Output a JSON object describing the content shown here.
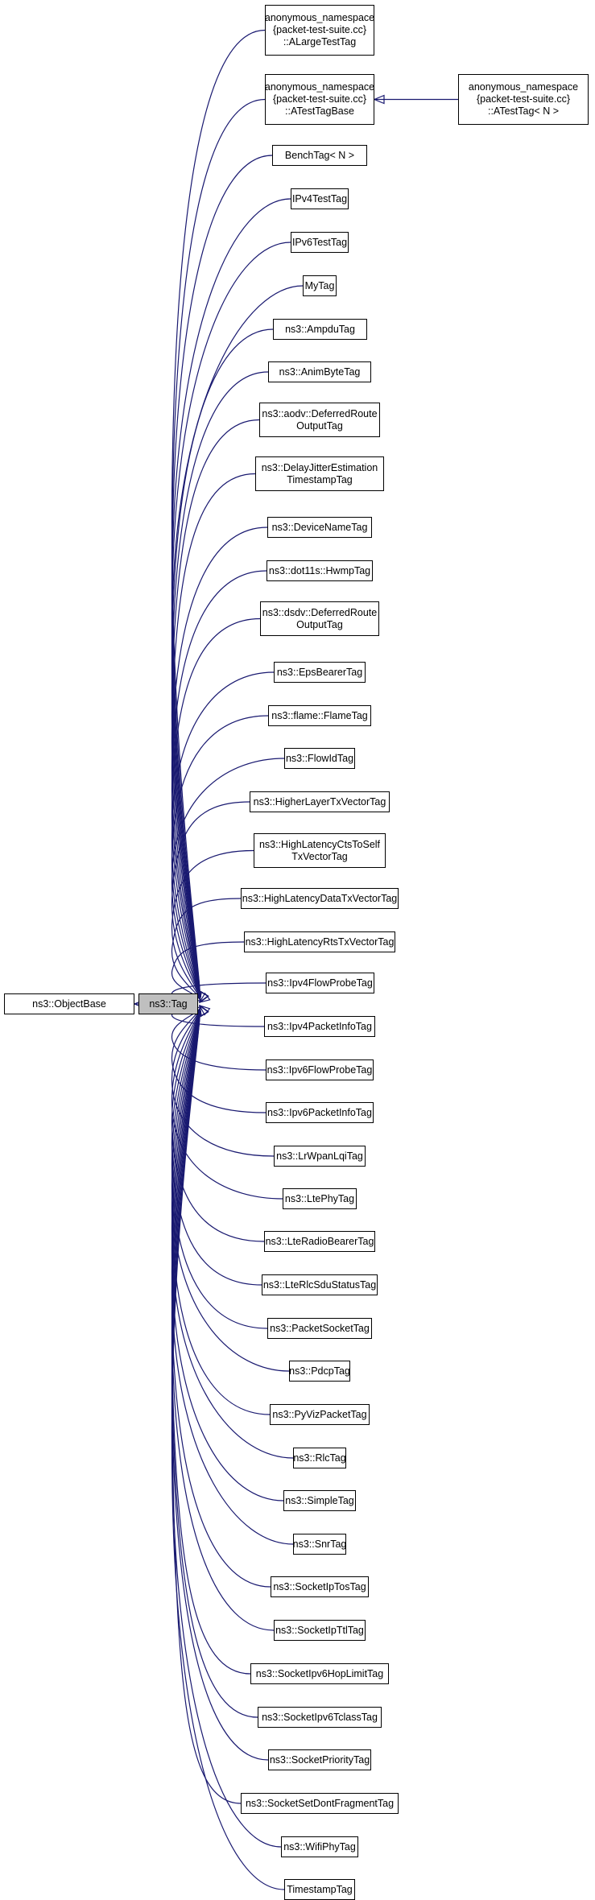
{
  "colors": {
    "edge": "#191970",
    "current_fill": "#bfbfbf",
    "node_fill": "#ffffff",
    "node_border": "#000000"
  },
  "base": {
    "label": "ns3::ObjectBase"
  },
  "current": {
    "label": "ns3::Tag"
  },
  "derived": [
    {
      "lines": [
        "anonymous_namespace",
        "{packet-test-suite.cc}",
        "::ALargeTestTag"
      ]
    },
    {
      "lines": [
        "anonymous_namespace",
        "{packet-test-suite.cc}",
        "::ATestTagBase"
      ]
    },
    {
      "lines": [
        "BenchTag< N >"
      ]
    },
    {
      "lines": [
        "IPv4TestTag"
      ]
    },
    {
      "lines": [
        "IPv6TestTag"
      ]
    },
    {
      "lines": [
        "MyTag"
      ]
    },
    {
      "lines": [
        "ns3::AmpduTag"
      ]
    },
    {
      "lines": [
        "ns3::AnimByteTag"
      ]
    },
    {
      "lines": [
        "ns3::aodv::DeferredRoute",
        "OutputTag"
      ]
    },
    {
      "lines": [
        "ns3::DelayJitterEstimation",
        "TimestampTag"
      ]
    },
    {
      "lines": [
        "ns3::DeviceNameTag"
      ]
    },
    {
      "lines": [
        "ns3::dot11s::HwmpTag"
      ]
    },
    {
      "lines": [
        "ns3::dsdv::DeferredRoute",
        "OutputTag"
      ]
    },
    {
      "lines": [
        "ns3::EpsBearerTag"
      ]
    },
    {
      "lines": [
        "ns3::flame::FlameTag"
      ]
    },
    {
      "lines": [
        "ns3::FlowIdTag"
      ]
    },
    {
      "lines": [
        "ns3::HigherLayerTxVectorTag"
      ]
    },
    {
      "lines": [
        "ns3::HighLatencyCtsToSelf",
        "TxVectorTag"
      ]
    },
    {
      "lines": [
        "ns3::HighLatencyDataTxVectorTag"
      ]
    },
    {
      "lines": [
        "ns3::HighLatencyRtsTxVectorTag"
      ]
    },
    {
      "lines": [
        "ns3::Ipv4FlowProbeTag"
      ]
    },
    {
      "lines": [
        "ns3::Ipv4PacketInfoTag"
      ]
    },
    {
      "lines": [
        "ns3::Ipv6FlowProbeTag"
      ]
    },
    {
      "lines": [
        "ns3::Ipv6PacketInfoTag"
      ]
    },
    {
      "lines": [
        "ns3::LrWpanLqiTag"
      ]
    },
    {
      "lines": [
        "ns3::LtePhyTag"
      ]
    },
    {
      "lines": [
        "ns3::LteRadioBearerTag"
      ]
    },
    {
      "lines": [
        "ns3::LteRlcSduStatusTag"
      ]
    },
    {
      "lines": [
        "ns3::PacketSocketTag"
      ]
    },
    {
      "lines": [
        "ns3::PdcpTag"
      ]
    },
    {
      "lines": [
        "ns3::PyVizPacketTag"
      ]
    },
    {
      "lines": [
        "ns3::RlcTag"
      ]
    },
    {
      "lines": [
        "ns3::SimpleTag"
      ]
    },
    {
      "lines": [
        "ns3::SnrTag"
      ]
    },
    {
      "lines": [
        "ns3::SocketIpTosTag"
      ]
    },
    {
      "lines": [
        "ns3::SocketIpTtlTag"
      ]
    },
    {
      "lines": [
        "ns3::SocketIpv6HopLimitTag"
      ]
    },
    {
      "lines": [
        "ns3::SocketIpv6TclassTag"
      ]
    },
    {
      "lines": [
        "ns3::SocketPriorityTag"
      ]
    },
    {
      "lines": [
        "ns3::SocketSetDontFragmentTag"
      ]
    },
    {
      "lines": [
        "ns3::WifiPhyTag"
      ]
    },
    {
      "lines": [
        "TimestampTag"
      ]
    }
  ],
  "grandchild": {
    "lines": [
      "anonymous_namespace",
      "{packet-test-suite.cc}",
      "::ATestTag< N >"
    ]
  }
}
